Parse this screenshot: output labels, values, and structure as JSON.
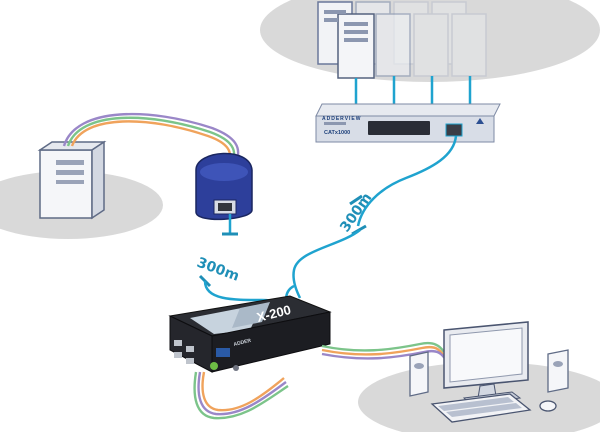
{
  "colors": {
    "cable_blue": "#1fa3cf",
    "cable_orange": "#f0a35c",
    "cable_green": "#7cc48a",
    "cable_purple": "#9a87c8",
    "platform_grey": "#d9d9d9",
    "label_blue": "#1f8fb7",
    "rack_blue": "#2c4f92",
    "usb_module_blue": "#2d3f9b"
  },
  "labels": {
    "distance_left": "300m",
    "distance_right": "300m"
  },
  "devices": {
    "matrix_switch": {
      "brand": "ADDERVIEW",
      "model": "CATx1000",
      "icon": "kvm-matrix-switch-icon"
    },
    "extender": {
      "model": "X-200",
      "brand": "ADDER",
      "icon": "kvm-extender-icon"
    },
    "usb_module": {
      "icon": "usb-cat5-module-icon"
    },
    "local_computer": {
      "icon": "desktop-tower-icon"
    },
    "workstation": {
      "icon": "monitor-keyboard-speakers-icon"
    },
    "server_rack": {
      "icon": "server-towers-icon"
    }
  }
}
